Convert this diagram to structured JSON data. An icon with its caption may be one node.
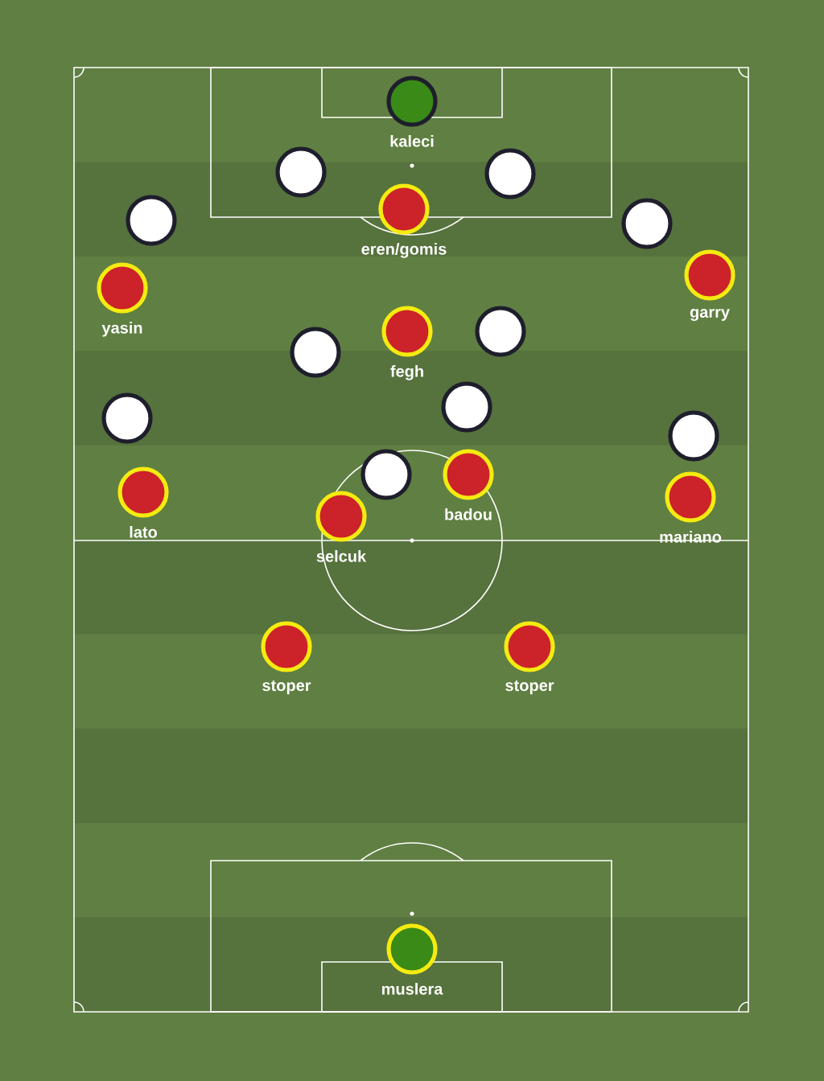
{
  "diagram": {
    "nodes": [
      {
        "text": [
          "kaleci"
        ]
      },
      {
        "text": [],
        "shape": "circle"
      },
      {
        "text": [],
        "shape": "circle"
      },
      {
        "text": [
          "eren/gomis"
        ]
      },
      {
        "text": [],
        "shape": "circle"
      },
      {
        "text": [],
        "shape": "circle"
      },
      {
        "text": [
          "garry"
        ]
      },
      {
        "text": [
          "yasin"
        ]
      },
      {
        "text": [],
        "shape": "circle"
      },
      {
        "text": [
          "fegh"
        ]
      },
      {
        "text": [],
        "shape": "circle"
      },
      {
        "text": [],
        "shape": "circle"
      },
      {
        "text": [],
        "shape": "circle"
      },
      {
        "text": [],
        "shape": "circle"
      },
      {
        "text": [
          "badou"
        ]
      },
      {
        "text": [],
        "shape": "circle"
      },
      {
        "text": [
          "lato"
        ]
      },
      {
        "text": [
          "mariano"
        ]
      },
      {
        "text": [
          "selcuk"
        ]
      },
      {
        "text": [
          "stoper"
        ]
      },
      {
        "text": [
          "stoper"
        ]
      },
      {
        "text": [
          "muslera"
        ]
      }
    ]
  }
}
